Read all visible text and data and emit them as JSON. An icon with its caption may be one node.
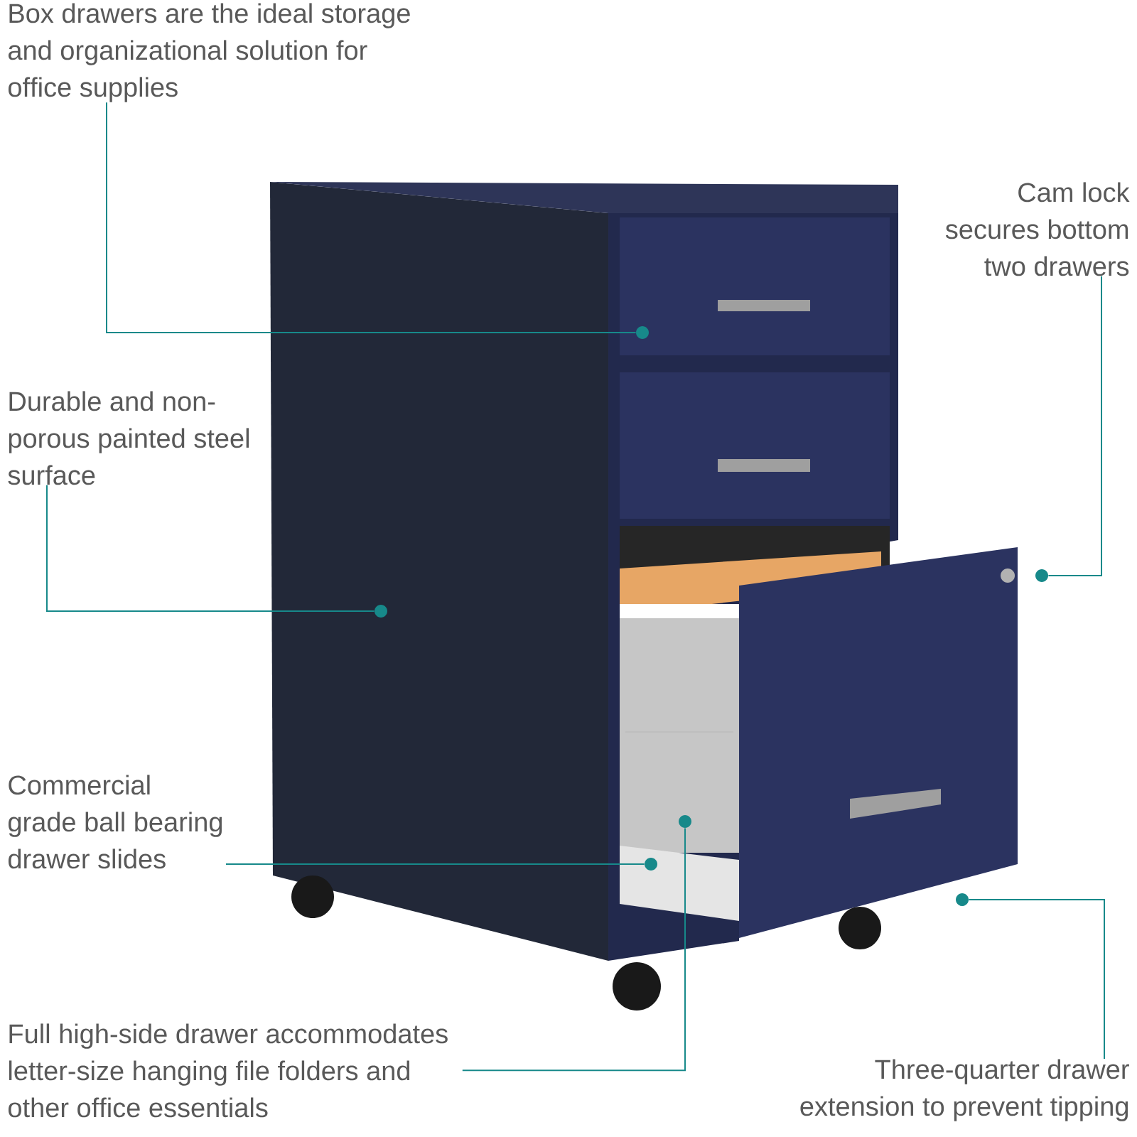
{
  "diagram": {
    "nodes": [
      {
        "text": [
          "Box drawers are the ideal storage and organizational solution for office supplies"
        ]
      },
      {
        "text": [
          "Cam lock secures bottom two drawers"
        ]
      },
      {
        "text": [
          "Durable and non-porous painted steel surface"
        ]
      },
      {
        "text": [
          "Commercial grade ball bearing drawer slides"
        ]
      },
      {
        "text": [
          "Full high-side drawer accommodates letter-size hanging file folders and other office essentials"
        ]
      },
      {
        "text": [
          "Three-quarter drawer extension to prevent tipping"
        ]
      },
      {
        "text": [],
        "shape": "circle"
      },
      {
        "text": [],
        "shape": "circle"
      },
      {
        "text": [],
        "shape": "circle"
      },
      {
        "text": [],
        "shape": "circle"
      },
      {
        "text": [],
        "shape": "circle"
      },
      {
        "text": [],
        "shape": "circle"
      }
    ],
    "edges": [
      {
        "from": 0,
        "to": 6,
        "arrow": "none"
      },
      {
        "from": 1,
        "to": 7,
        "arrow": "none"
      },
      {
        "from": 2,
        "to": 8,
        "arrow": "none"
      },
      {
        "from": 3,
        "to": 10,
        "arrow": "none"
      },
      {
        "from": 4,
        "to": 9,
        "arrow": "none"
      },
      {
        "from": 5,
        "to": 11,
        "arrow": "none"
      }
    ]
  }
}
